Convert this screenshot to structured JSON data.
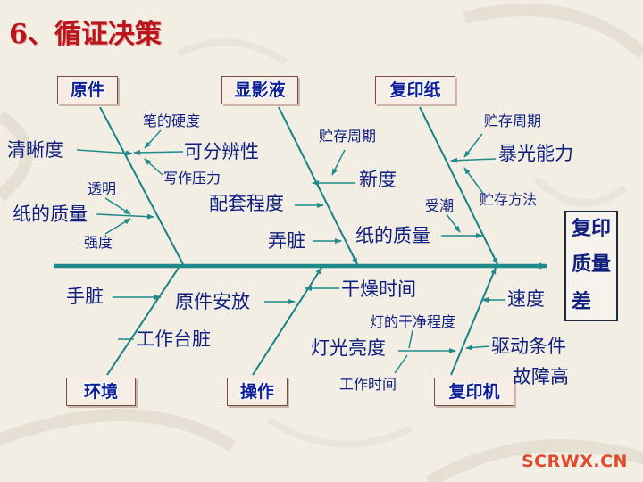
{
  "title": "6、循证决策",
  "effect": {
    "line1": "复印",
    "line2": "质量",
    "line3": "差"
  },
  "categories": {
    "yuanjian": "原件",
    "xianyingye": "显影液",
    "fuyinzhi": "复印纸",
    "huanjing": "环境",
    "caozuo": "操作",
    "fuyinji": "复印机"
  },
  "causes": {
    "yuanjian": {
      "qingxidu": "清晰度",
      "bidingyingdu": "笔的硬度",
      "kefenbianxing": "可分辨性",
      "xiezuoyali": "写作压力",
      "touming": "透明",
      "zhidezhiliang": "纸的质量",
      "qiangdu": "强度"
    },
    "xianyingye": {
      "zhucunzhouqi": "贮存周期",
      "xindu": "新度",
      "peitaochengdu": "配套程度",
      "nongzang": "弄脏"
    },
    "fuyinzhi": {
      "zhucunzhouqi": "贮存周期",
      "baoguangnengli": "暴光能力",
      "zhucunfangfa": "贮存方法",
      "shouchao": "受潮",
      "zhidezhiliang": "纸的质量"
    },
    "huanjing": {
      "shouzang": "手脏",
      "gongzuotaizang": "工作台脏"
    },
    "caozuo": {
      "yuanjiananfang": "原件安放",
      "ganzaoshijian": "干燥时间"
    },
    "fuyinji": {
      "sudu": "速度",
      "dengdeganjingchengdu": "灯的干净程度",
      "dengguangliangdu": "灯光亮度",
      "qudongtiaojian": "驱动条件",
      "guzhanggao": "故障高",
      "gongzuoshijian": "工作时间"
    }
  },
  "logo": "SCRWX.CN",
  "colors": {
    "title": "#b8161b",
    "text": "#0f1f80",
    "spine": "#1f8a8a",
    "branch": "#17808a",
    "arrow": "#1f8a8a",
    "logo": "#e0492a"
  }
}
